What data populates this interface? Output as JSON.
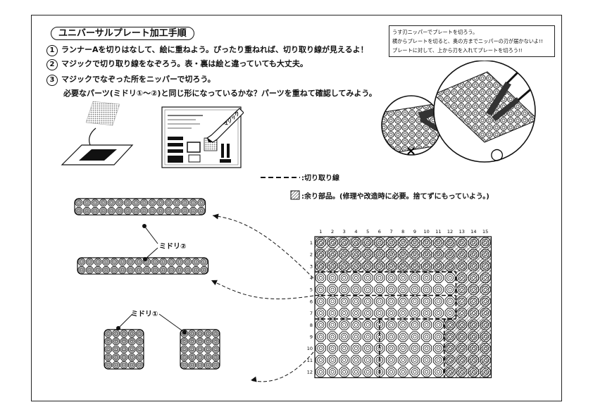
{
  "title": "ユニバーサルプレート加工手順",
  "steps": [
    {
      "num": "1",
      "text": "ランナーAを切りはなして、絵に重ねよう。ぴったり重ねれば、切り取り線が見えるよ！"
    },
    {
      "num": "2",
      "text": "マジックで切り取り線をなぞろう。表・裏は絵と違っていても大丈夫。"
    },
    {
      "num": "3",
      "text": "マジックでなぞった所をニッパーで切ろう。"
    }
  ],
  "step3_cont": "必要なパーツ(ミドリ①～②)と同じ形になっているかな？パーツを重ねて確認してみよう。",
  "note": [
    "うす刃ニッパーでプレートを切ろう。",
    "横からプレートを切ると、奥の方までニッパーの刃が届かないよ!!",
    "プレートに対して、上から刃を入れてプレートを切ろう!!"
  ],
  "marks": {
    "bad": "×",
    "good": "○"
  },
  "marker_label": "マジック",
  "legend": {
    "cut_line": ":切り取り線",
    "surplus": ":余り部品。(修理や改造時に必要。捨てずにもっていよう。)"
  },
  "part_labels": {
    "midori2": "ミドリ②",
    "midori1": "ミドリ①"
  },
  "grid": {
    "cols": [
      "1",
      "2",
      "3",
      "4",
      "5",
      "6",
      "7",
      "8",
      "9",
      "10",
      "11",
      "12",
      "13",
      "14",
      "15"
    ],
    "rows": [
      "1",
      "2",
      "3",
      "4",
      "5",
      "6",
      "7",
      "8",
      "9",
      "10",
      "11",
      "12"
    ]
  }
}
